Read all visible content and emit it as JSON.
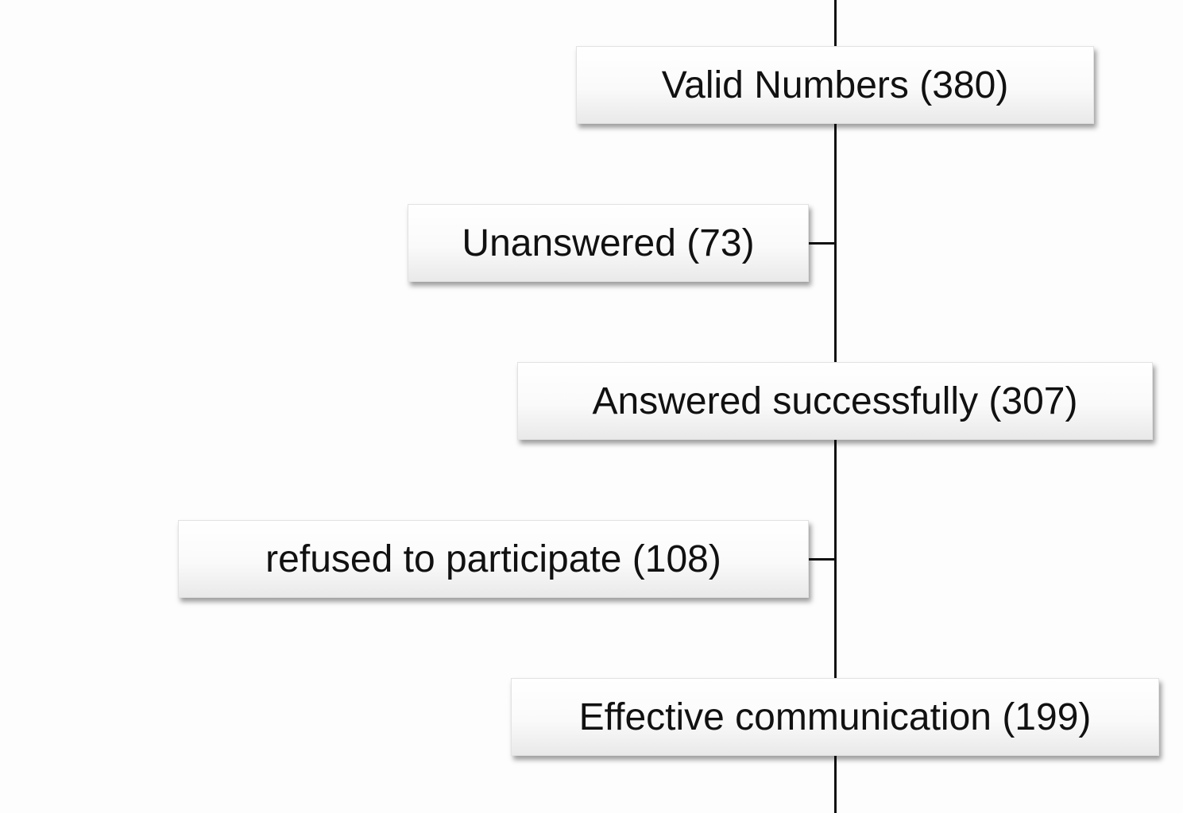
{
  "flowchart": {
    "nodes": [
      {
        "id": "valid",
        "label": "Valid Numbers (380)"
      },
      {
        "id": "unanswered",
        "label": "Unanswered (73)"
      },
      {
        "id": "answered",
        "label": "Answered successfully (307)"
      },
      {
        "id": "refused",
        "label": "refused to participate (108)"
      },
      {
        "id": "effective",
        "label": "Effective communication (199)"
      }
    ]
  }
}
